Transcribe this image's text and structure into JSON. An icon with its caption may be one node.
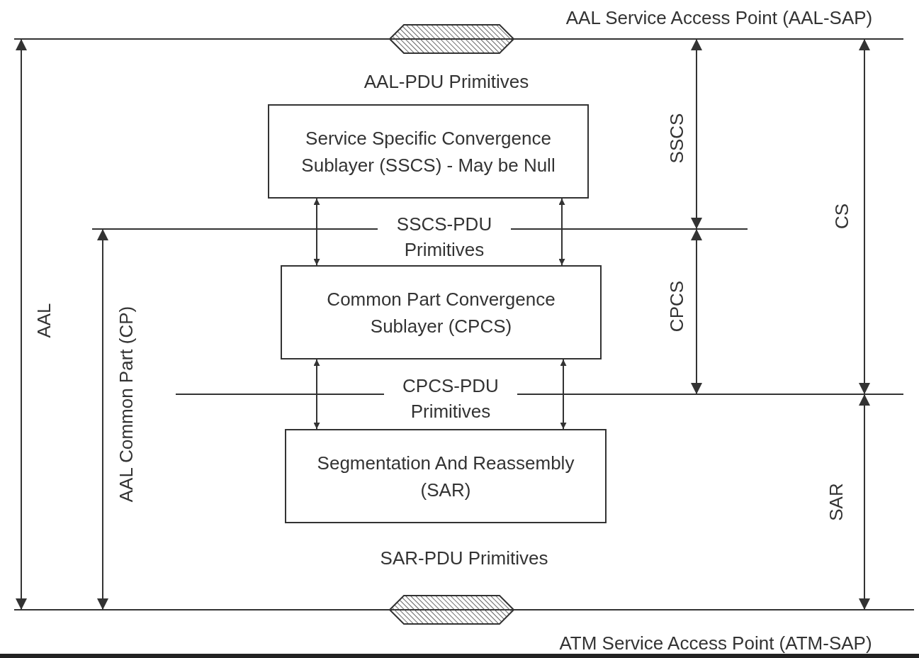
{
  "diagram": {
    "nodes": [
      {
        "text": [
          "Service Specific Convergence Sublayer (SSCS) - May be Null"
        ]
      },
      {
        "text": [
          "Common Part Convergence Sublayer (CPCS)"
        ]
      },
      {
        "text": [
          "Segmentation And Reassembly (SAR)"
        ]
      }
    ],
    "edges": [
      {
        "from": 0,
        "to": 1,
        "arrow": "both"
      },
      {
        "from": 0,
        "to": 1,
        "arrow": "both"
      },
      {
        "from": 1,
        "to": 2,
        "arrow": "both"
      },
      {
        "from": 1,
        "to": 2,
        "arrow": "both"
      }
    ],
    "labels": [
      "AAL Service Access Point (AAL-SAP)",
      "AAL-PDU Primitives",
      "SSCS",
      "CS",
      "AAL",
      "AAL Common Part (CP)",
      "SSCS-PDU Primitives",
      "CPCS",
      "CPCS-PDU Primitives",
      "SAR",
      "SAR-PDU Primitives",
      "ATM Service Access Point (ATM-SAP)"
    ]
  }
}
